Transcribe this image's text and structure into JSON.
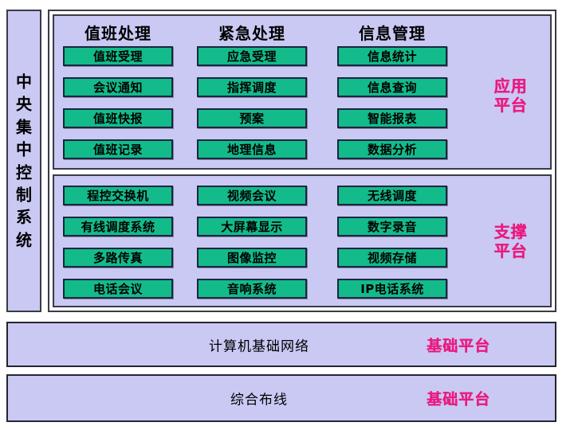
{
  "diagram": {
    "sidebar": {
      "label": "中央集中控制系统"
    },
    "app_platform": {
      "tag": "应用\n平台",
      "columns": [
        {
          "header": "值班处理",
          "items": [
            "值班受理",
            "会议通知",
            "值班快报",
            "值班记录"
          ]
        },
        {
          "header": "紧急处理",
          "items": [
            "应急受理",
            "指挥调度",
            "预案",
            "地理信息"
          ]
        },
        {
          "header": "信息管理",
          "items": [
            "信息统计",
            "信息查询",
            "智能报表",
            "数据分析"
          ]
        }
      ]
    },
    "support_platform": {
      "tag": "支撑\n平台",
      "columns": [
        {
          "items": [
            "程控交换机",
            "有线调度系统",
            "多路传真",
            "电话会议"
          ]
        },
        {
          "items": [
            "视频会议",
            "大屏幕显示",
            "图像监控",
            "音响系统"
          ]
        },
        {
          "items": [
            "无线调度",
            "数字录音",
            "视频存储",
            "IP电话系统"
          ]
        }
      ]
    },
    "bars": [
      {
        "title": "计算机基础网络",
        "tag": "基础平台"
      },
      {
        "title": "综合布线",
        "tag": "基础平台"
      }
    ],
    "colors": {
      "panel_fill": "#c9c9f4",
      "button_fill": "#13bb8b",
      "button_border": "#1a2640",
      "panel_border": "#3a3a48",
      "accent_pink": "#ea1a7f",
      "text": "#000000"
    }
  }
}
